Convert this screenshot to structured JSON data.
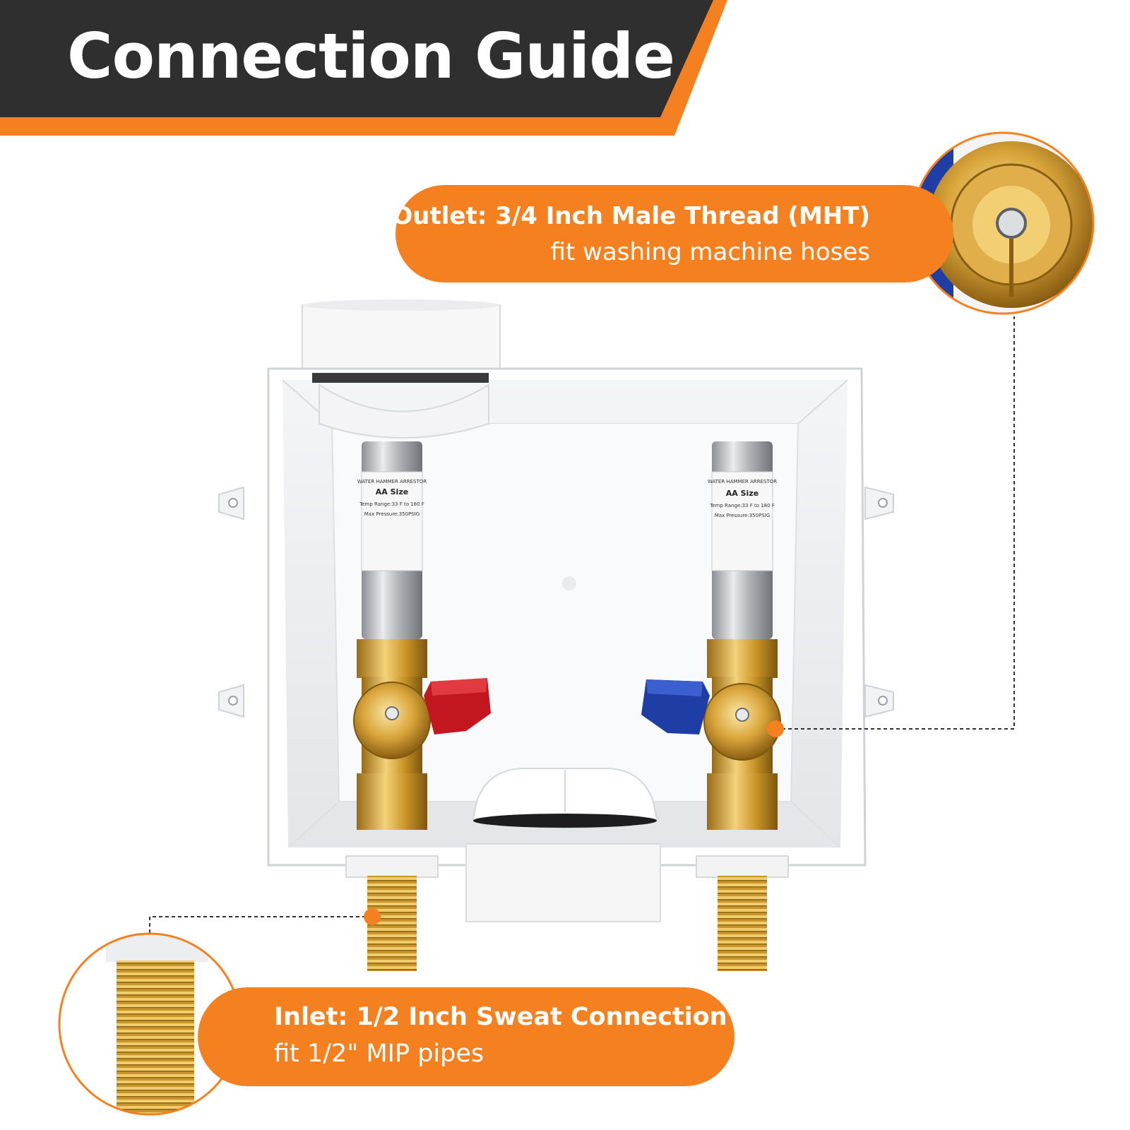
{
  "banner": {
    "title": "Connection Guide"
  },
  "outlet_callout": {
    "line1": "Outlet: 3/4 Inch Male Thread (MHT)",
    "line2": "fit washing machine hoses"
  },
  "inlet_callout": {
    "line1": "Inlet: 1/2 Inch Sweat Connection",
    "line2": "fit 1/2\" MIP pipes"
  },
  "arrestor_label": {
    "heading": "AA Size",
    "line1": "WATER HAMMER ARRESTOR",
    "line2": "Temp Range:33 F to 180 F",
    "line3": "Max Pressure:350PSIG"
  },
  "colors": {
    "brand_orange": "#f5801f",
    "banner_dark": "#2f2f2f",
    "brass": "#d4a23a",
    "hot_handle": "#d0202a",
    "cold_handle": "#1f3fa8"
  }
}
